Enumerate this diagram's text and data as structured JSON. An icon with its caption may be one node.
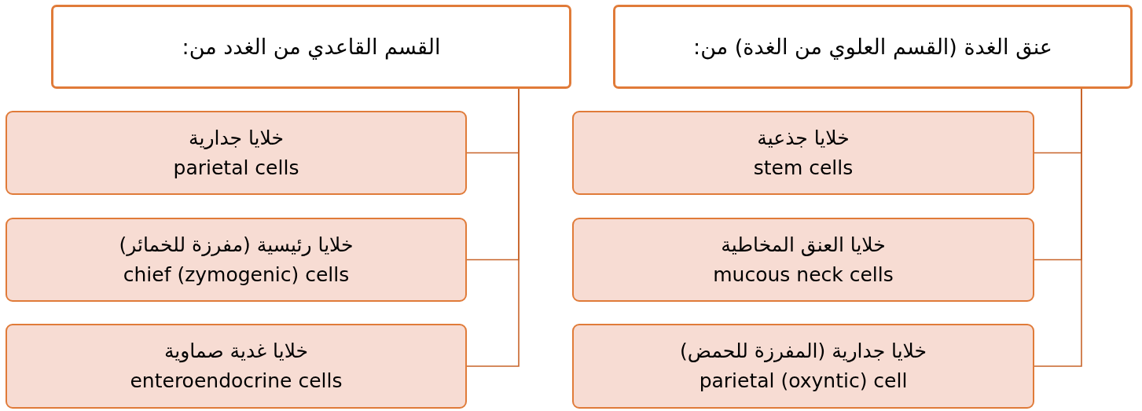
{
  "diagram": {
    "nodes": [
      {
        "text": [
          "عنق الغدة (القسم العلوي من الغدة) من:"
        ]
      },
      {
        "text": [
          "خلايا جذعية",
          "stem cells"
        ]
      },
      {
        "text": [
          "خلايا العنق المخاطية",
          "mucous neck cells"
        ]
      },
      {
        "text": [
          "خلايا جدارية (المفرزة للحمض)",
          "parietal (oxyntic) cell"
        ]
      },
      {
        "text": [
          "القسم القاعدي من الغدد من:"
        ]
      },
      {
        "text": [
          "خلايا جدارية",
          "parietal cells"
        ]
      },
      {
        "text": [
          "خلايا رئيسية (مفرزة للخمائر)",
          "chief (zymogenic) cells"
        ]
      },
      {
        "text": [
          "خلايا غدية صماوية",
          "enteroendocrine cells"
        ]
      }
    ],
    "edges": [
      {
        "from": 0,
        "to": 1,
        "arrow": "none"
      },
      {
        "from": 0,
        "to": 2,
        "arrow": "none"
      },
      {
        "from": 0,
        "to": 3,
        "arrow": "none"
      },
      {
        "from": 4,
        "to": 5,
        "arrow": "none"
      },
      {
        "from": 4,
        "to": 6,
        "arrow": "none"
      },
      {
        "from": 4,
        "to": 7,
        "arrow": "none"
      }
    ]
  }
}
